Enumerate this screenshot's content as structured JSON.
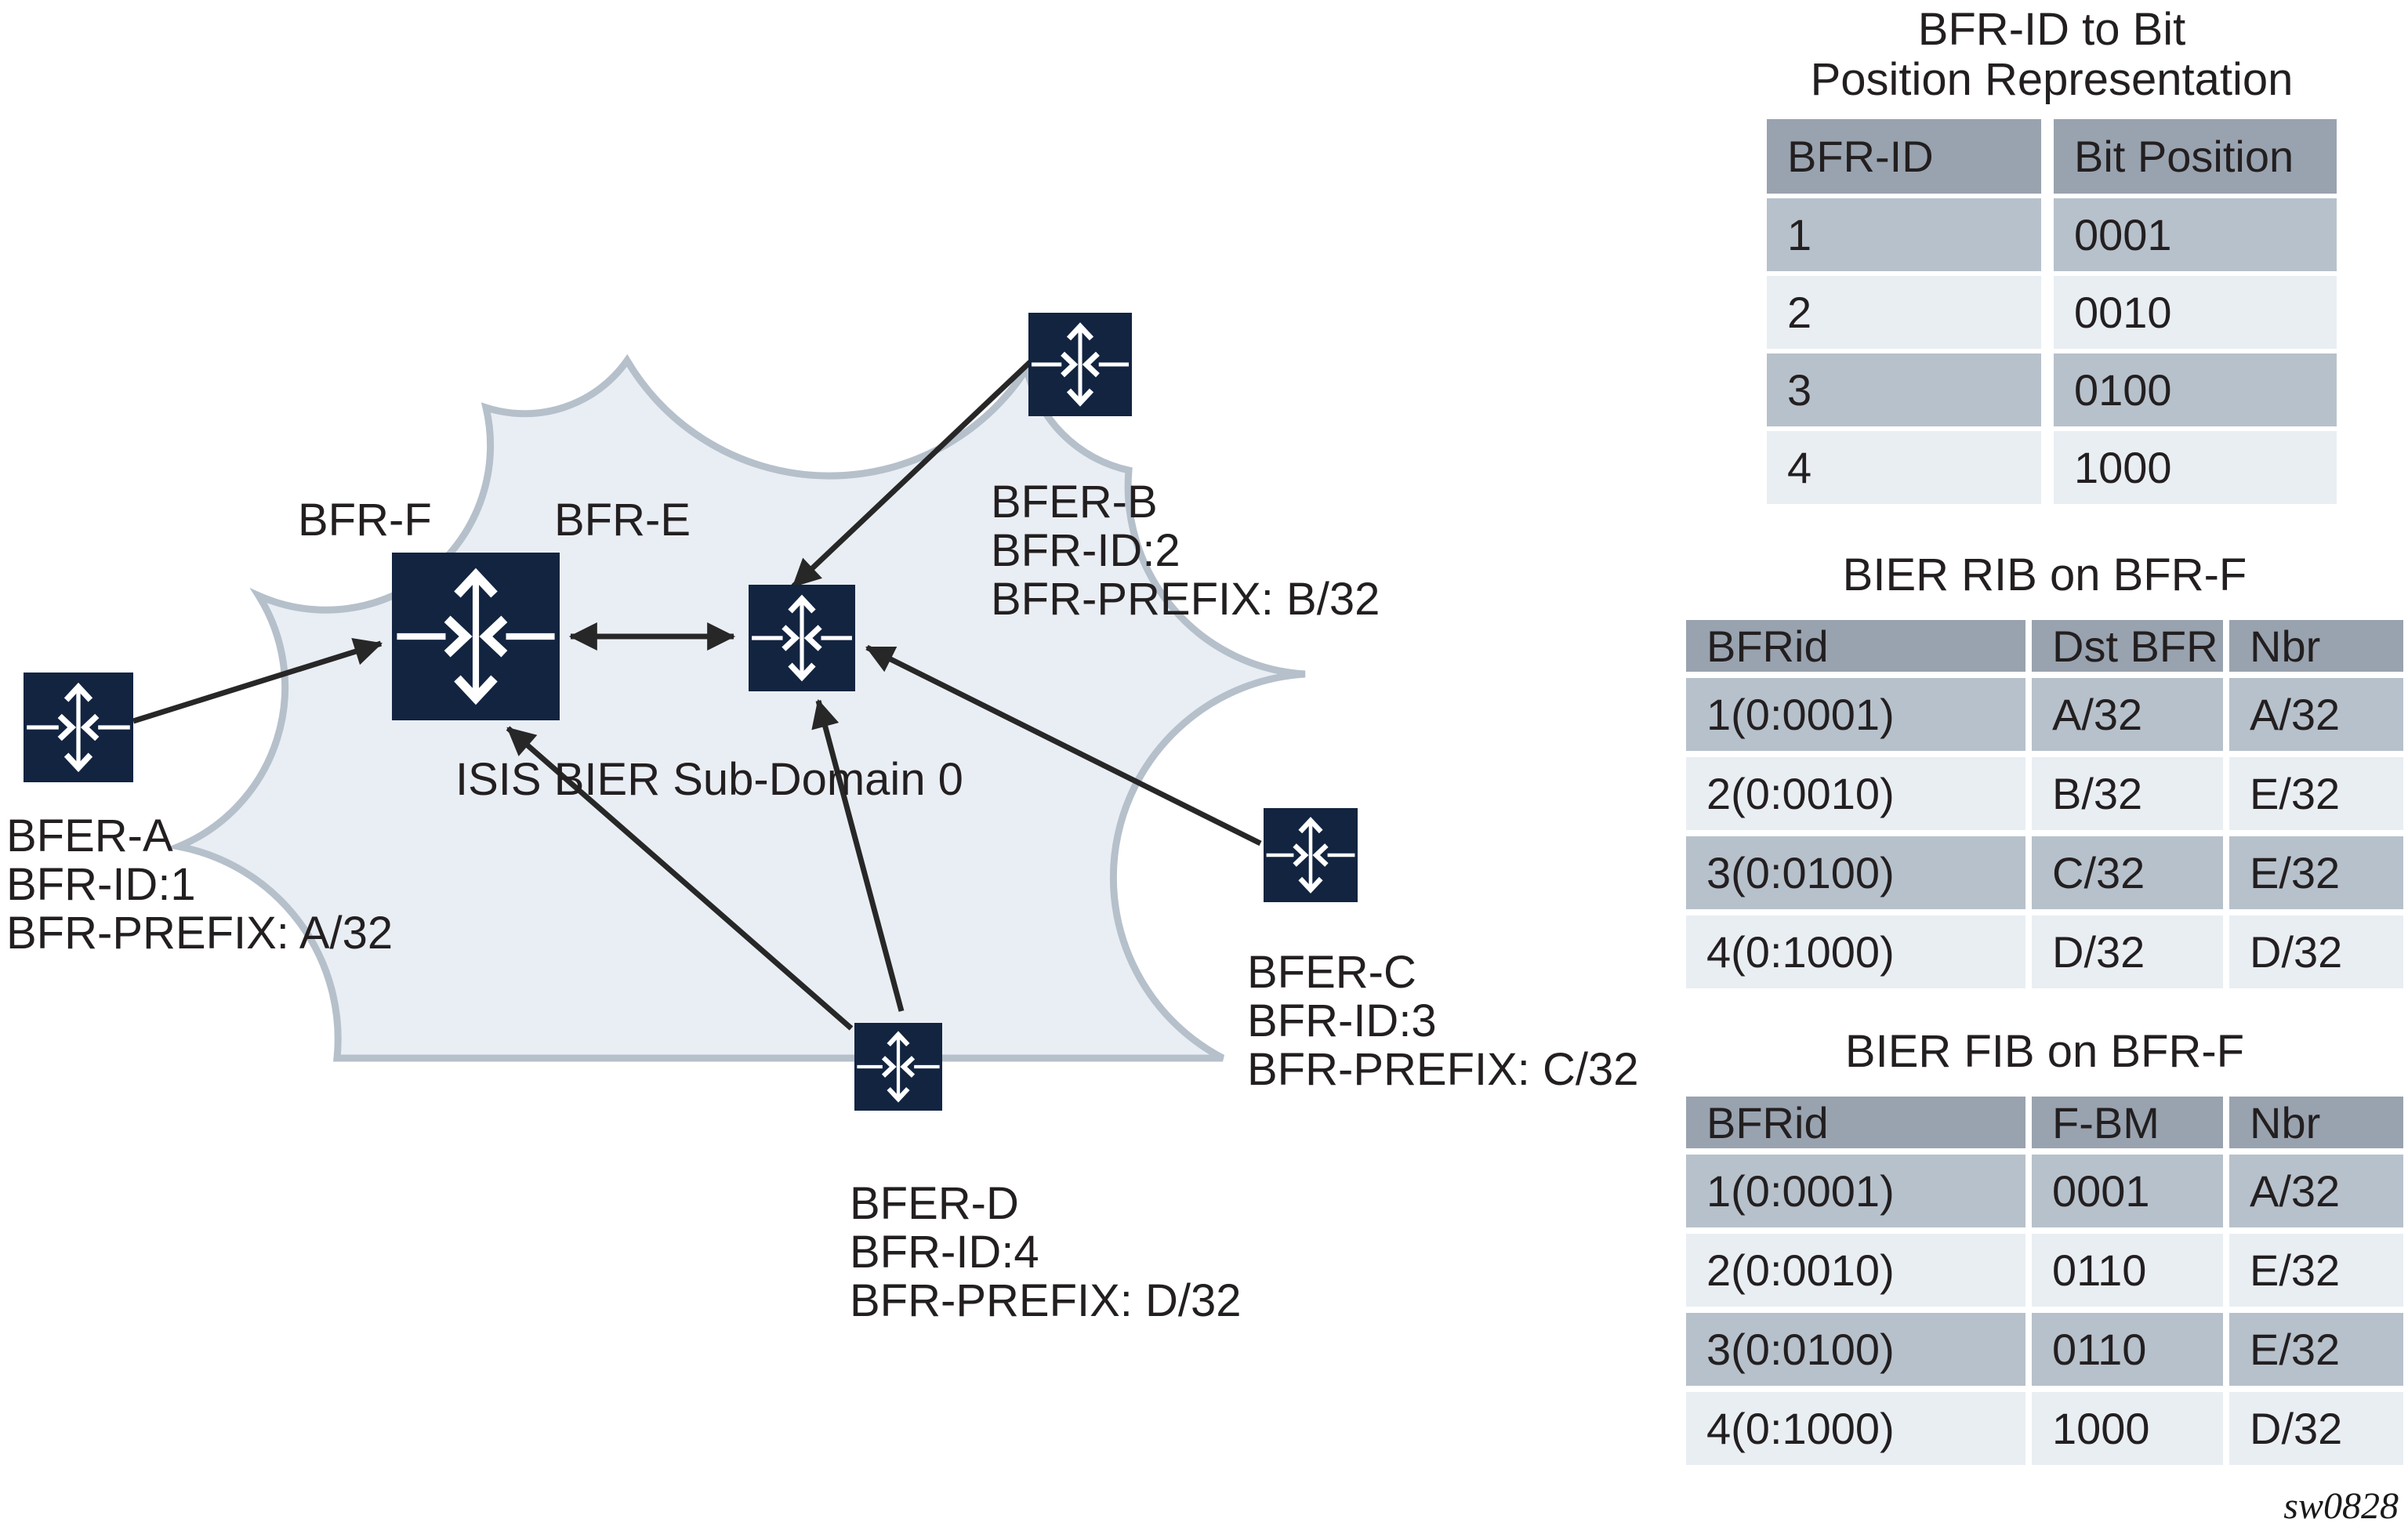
{
  "colors": {
    "router_navy": "#122440",
    "cloud_fill": "#e9eef4",
    "cloud_edge": "#b5c0cb",
    "arrow": "#272727",
    "table_header_bg": "#99a3af",
    "table_row_odd_bg": "#b7c1cb",
    "table_row_even_bg": "#e9eef3",
    "text": "#231f20"
  },
  "diagram": {
    "domain_label": "ISIS BIER Sub-Domain 0",
    "core_routers": [
      {
        "name": "BFR-F"
      },
      {
        "name": "BFR-E"
      }
    ],
    "edge_routers": [
      {
        "name": "BFER-A",
        "id_line": "BFR-ID:1",
        "prefix_line": "BFR-PREFIX: A/32"
      },
      {
        "name": "BFER-B",
        "id_line": "BFR-ID:2",
        "prefix_line": "BFR-PREFIX: B/32"
      },
      {
        "name": "BFER-C",
        "id_line": "BFR-ID:3",
        "prefix_line": "BFR-PREFIX: C/32"
      },
      {
        "name": "BFER-D",
        "id_line": "BFR-ID:4",
        "prefix_line": "BFR-PREFIX: D/32"
      }
    ]
  },
  "tables": {
    "bit_position": {
      "title": "BFR-ID to Bit\nPosition Representation",
      "headers": [
        "BFR-ID",
        "Bit Position"
      ],
      "rows": [
        [
          "1",
          "0001"
        ],
        [
          "2",
          "0010"
        ],
        [
          "3",
          "0100"
        ],
        [
          "4",
          "1000"
        ]
      ]
    },
    "rib": {
      "title": "BIER RIB on BFR-F",
      "headers": [
        "BFRid",
        "Dst BFR",
        "Nbr"
      ],
      "rows": [
        [
          "1(0:0001)",
          "A/32",
          "A/32"
        ],
        [
          "2(0:0010)",
          "B/32",
          "E/32"
        ],
        [
          "3(0:0100)",
          "C/32",
          "E/32"
        ],
        [
          "4(0:1000)",
          "D/32",
          "D/32"
        ]
      ]
    },
    "fib": {
      "title": "BIER FIB on BFR-F",
      "headers": [
        "BFRid",
        "F-BM",
        "Nbr"
      ],
      "rows": [
        [
          "1(0:0001)",
          "0001",
          "A/32"
        ],
        [
          "2(0:0010)",
          "0110",
          "E/32"
        ],
        [
          "3(0:0100)",
          "0110",
          "E/32"
        ],
        [
          "4(0:1000)",
          "1000",
          "D/32"
        ]
      ]
    }
  },
  "watermark": "sw0828"
}
